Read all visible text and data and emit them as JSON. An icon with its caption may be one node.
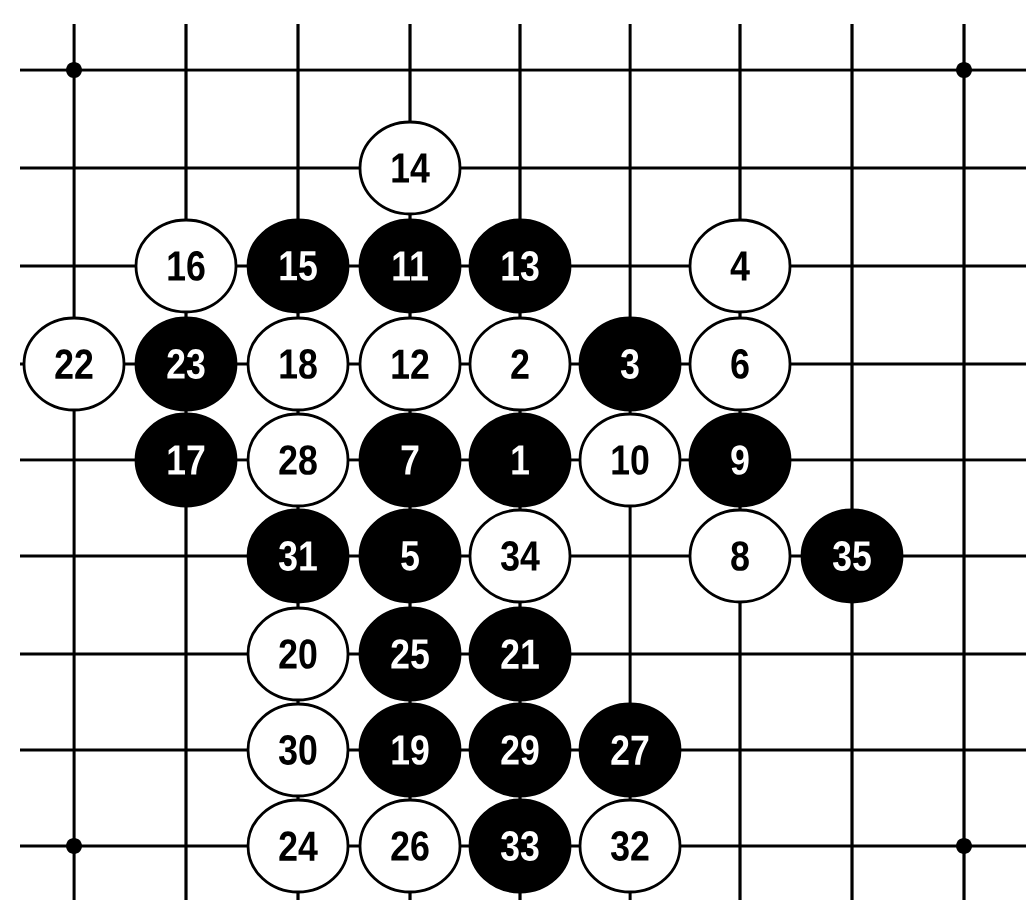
{
  "diagram": {
    "nodes": [
      {
        "text": [
          "14"
        ]
      },
      {
        "text": [
          "16"
        ]
      },
      {
        "text": [
          "15"
        ]
      },
      {
        "text": [
          "11"
        ]
      },
      {
        "text": [
          "13"
        ]
      },
      {
        "text": [
          "4"
        ]
      },
      {
        "text": [
          "22"
        ]
      },
      {
        "text": [
          "23"
        ]
      },
      {
        "text": [
          "18"
        ]
      },
      {
        "text": [
          "12"
        ]
      },
      {
        "text": [
          "2"
        ]
      },
      {
        "text": [
          "3"
        ]
      },
      {
        "text": [
          "6"
        ]
      },
      {
        "text": [
          "17"
        ]
      },
      {
        "text": [
          "28"
        ]
      },
      {
        "text": [
          "7"
        ]
      },
      {
        "text": [
          "1"
        ]
      },
      {
        "text": [
          "10"
        ]
      },
      {
        "text": [
          "9"
        ]
      },
      {
        "text": [
          "31"
        ]
      },
      {
        "text": [
          "5"
        ]
      },
      {
        "text": [
          "34"
        ]
      },
      {
        "text": [
          "8"
        ]
      },
      {
        "text": [
          "35"
        ]
      },
      {
        "text": [
          "20"
        ]
      },
      {
        "text": [
          "25"
        ]
      },
      {
        "text": [
          "21"
        ]
      },
      {
        "text": [
          "30"
        ]
      },
      {
        "text": [
          "19"
        ]
      },
      {
        "text": [
          "29"
        ]
      },
      {
        "text": [
          "27"
        ]
      },
      {
        "text": [
          "24"
        ]
      },
      {
        "text": [
          "26"
        ]
      },
      {
        "text": [
          "33"
        ]
      },
      {
        "text": [
          "32"
        ]
      }
    ]
  }
}
